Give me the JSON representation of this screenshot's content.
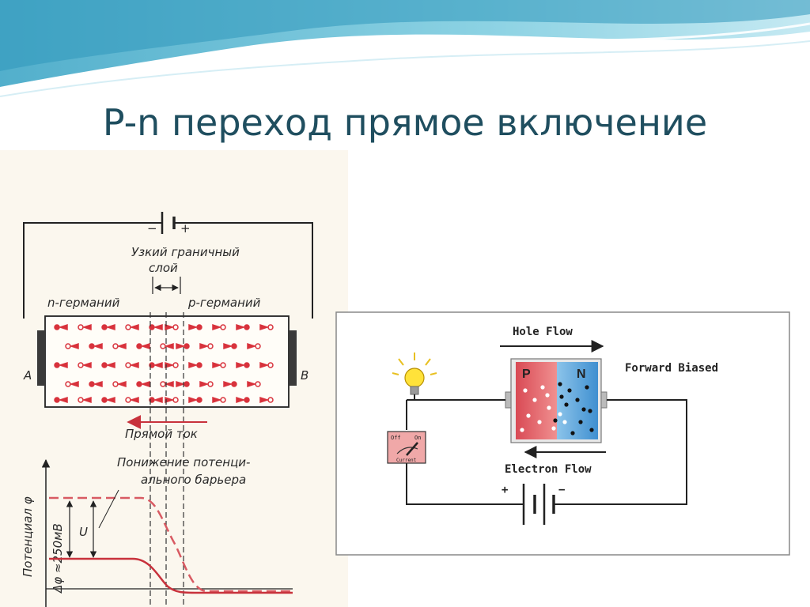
{
  "slide": {
    "title": "P-n переход прямое включение"
  },
  "left_diagram": {
    "battery_minus": "−",
    "battery_plus": "+",
    "junction_label_line1": "Узкий граничный",
    "junction_label_line2": "слой",
    "n_region": "n-германий",
    "p_region": "p-германий",
    "electrode_a": "A",
    "electrode_b": "B",
    "current_label": "Прямой ток",
    "barrier_label_line1": "Понижение потенци-",
    "barrier_label_line2": "ального барьера",
    "axis_label": "Потенциал φ",
    "delta_label": "Δφ ≈250мВ",
    "u_label": "U"
  },
  "right_diagram": {
    "hole_flow": "Hole Flow",
    "electron_flow": "Electron Flow",
    "forward_biased": "Forward Biased",
    "p_label": "P",
    "n_label": "N",
    "switch_off": "Off",
    "switch_on": "On",
    "switch_current": "Current",
    "battery_plus": "+",
    "battery_minus": "−"
  },
  "colors": {
    "title": "#1f4e5f",
    "banner": "#5fb8cf",
    "p_region": "#e0555a",
    "n_region": "#5aa6dc",
    "carrier_red": "#d8323c"
  }
}
